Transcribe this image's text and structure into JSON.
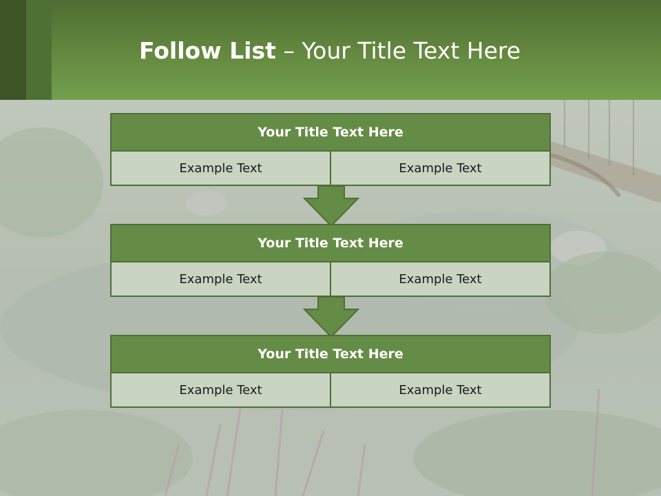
{
  "header": {
    "title_bold": "Follow List",
    "title_rest": " – Your Title Text Here"
  },
  "steps": [
    {
      "title": "Your Title Text Here",
      "items": [
        "Example Text",
        "Example Text"
      ]
    },
    {
      "title": "Your Title Text Here",
      "items": [
        "Example Text",
        "Example Text"
      ]
    },
    {
      "title": "Your Title Text Here",
      "items": [
        "Example Text",
        "Example Text"
      ]
    }
  ],
  "colors": {
    "accent": "#658c46",
    "border": "#4f6e36",
    "cell": "#c9d4c2"
  }
}
